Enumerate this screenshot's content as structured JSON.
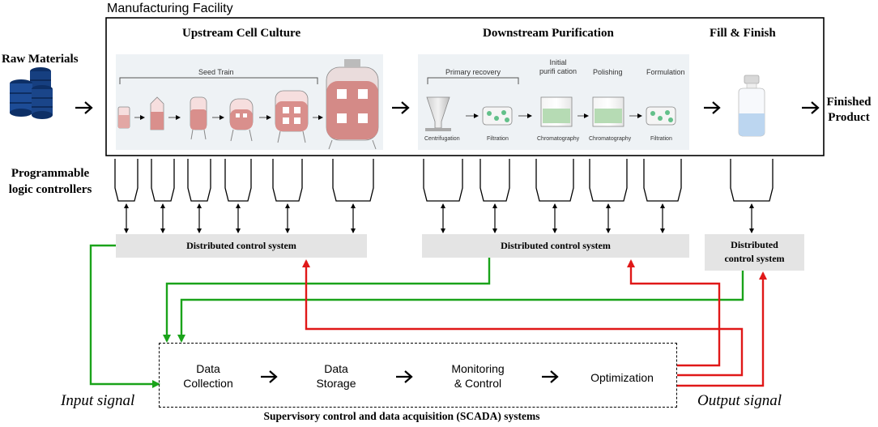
{
  "facility": {
    "title": "Manufacturing Facility"
  },
  "sections": {
    "upstream": "Upstream Cell Culture",
    "downstream": "Downstream Purification",
    "fill_finish": "Fill & Finish"
  },
  "side_labels": {
    "raw_materials": "Raw Materials",
    "finished_product_line1": "Finished",
    "finished_product_line2": "Product",
    "plc_line1": "Programmable",
    "plc_line2": "logic controllers"
  },
  "upstream_illustration": {
    "seed_train": "Seed Train"
  },
  "downstream_illustration": {
    "primary_recovery": "Primary recovery",
    "initial_purification_line1": "Initial",
    "initial_purification_line2": "purifi cation",
    "polishing": "Polishing",
    "formulation": "Formulation",
    "centrifugation": "Centrifugation",
    "filtration_1": "Filtration",
    "chromatography_1": "Chromatography",
    "chromatography_2": "Chromatography",
    "filtration_2": "Filtration"
  },
  "dcs": {
    "upstream": "Distributed control system",
    "downstream": "Distributed control system",
    "fill_line1": "Distributed",
    "fill_line2": "control system"
  },
  "scada": {
    "steps": [
      {
        "line1": "Data",
        "line2": "Collection"
      },
      {
        "line1": "Data",
        "line2": "Storage"
      },
      {
        "line1": "Monitoring",
        "line2": "& Control"
      },
      {
        "line1": "Optimization",
        "line2": ""
      }
    ],
    "caption": "Supervisory control and data acquisition (SCADA) systems"
  },
  "signals": {
    "input": "Input signal",
    "output": "Output signal",
    "input_color": "#1aa31a",
    "output_color": "#e01818"
  }
}
